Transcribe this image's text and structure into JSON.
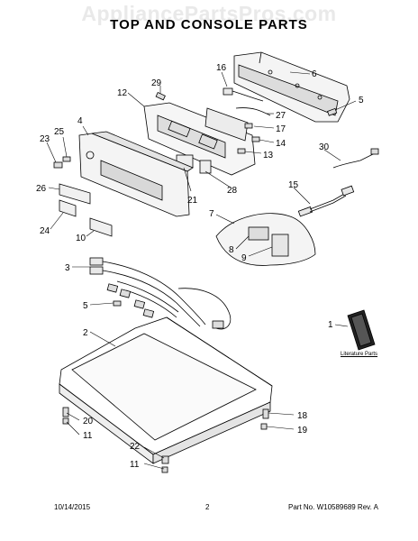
{
  "watermark": "AppliancePartsPros.com",
  "title": "TOP AND CONSOLE PARTS",
  "literature_label": "Literature Parts",
  "footer": {
    "date": "10/14/2015",
    "page": "2",
    "part_no": "Part No. W10589689  Rev. A"
  },
  "callouts": {
    "c1": "1",
    "c2": "2",
    "c3": "3",
    "c4": "4",
    "c5a": "5",
    "c5b": "5",
    "c6": "6",
    "c7": "7",
    "c8": "8",
    "c9": "9",
    "c10": "10",
    "c11a": "11",
    "c11b": "11",
    "c12": "12",
    "c13": "13",
    "c14": "14",
    "c15": "15",
    "c16": "16",
    "c17": "17",
    "c18": "18",
    "c19": "19",
    "c20": "20",
    "c21": "21",
    "c22": "22",
    "c23": "23",
    "c24": "24",
    "c25": "25",
    "c26": "26",
    "c27": "27",
    "c28": "28",
    "c29": "29",
    "c30": "30"
  }
}
